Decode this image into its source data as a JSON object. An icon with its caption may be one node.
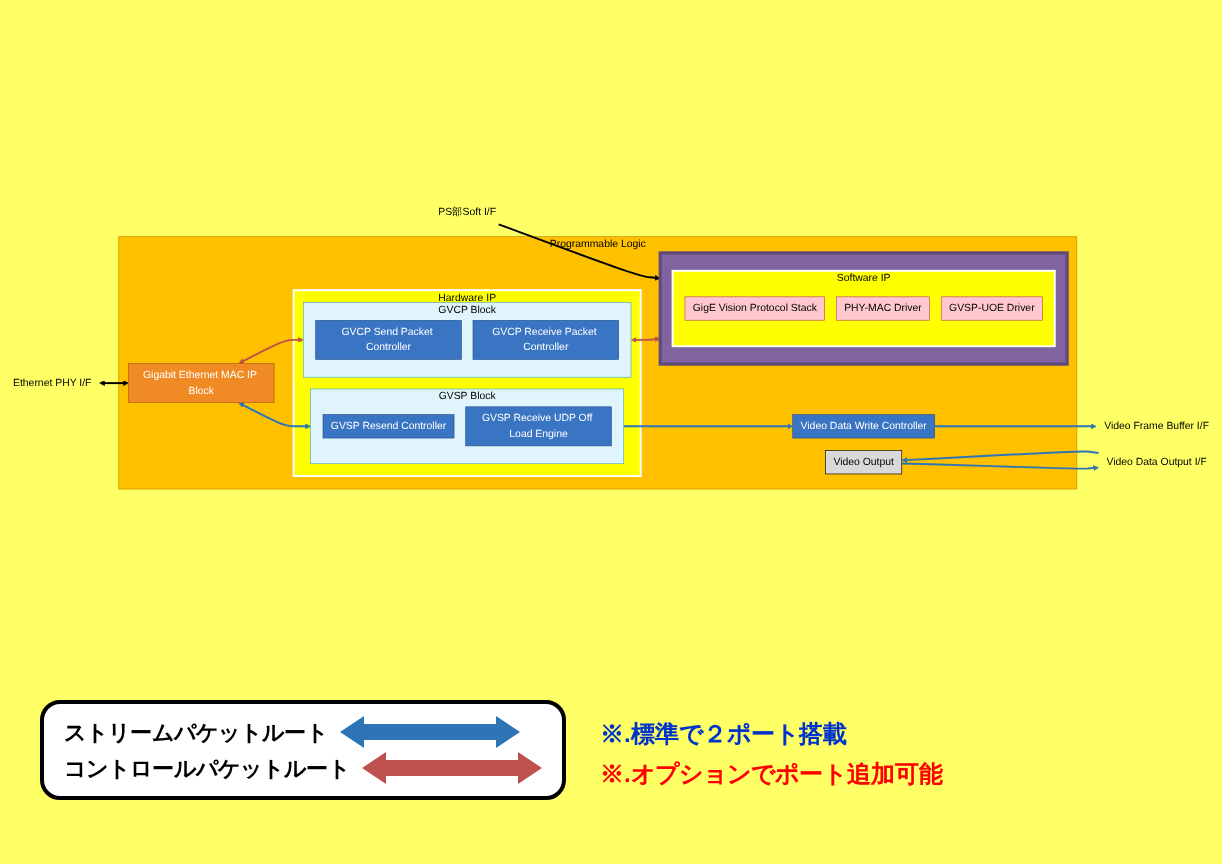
{
  "diagram": {
    "nodes": [
      {
        "text": [
          "Programmable Logic"
        ]
      },
      {
        "text": [
          "Gigabit Ethernet MAC IP Block"
        ],
        "in": 0
      },
      {
        "text": [
          "Hardware IP"
        ],
        "in": 0
      },
      {
        "text": [
          "GVCP Block"
        ],
        "in": 2
      },
      {
        "text": [
          "GVCP Send Packet Controller"
        ],
        "in": 3
      },
      {
        "text": [
          "GVCP Receive Packet Controller"
        ],
        "in": 3
      },
      {
        "text": [
          "GVSP Block"
        ],
        "in": 2
      },
      {
        "text": [
          "GVSP Resend Controller"
        ],
        "in": 6
      },
      {
        "text": [
          "GVSP Receive UDP Off Load Engine"
        ],
        "in": 6
      },
      {
        "text": [],
        "shape": "box",
        "in": 0
      },
      {
        "text": [
          "Software IP"
        ],
        "in": 9
      },
      {
        "text": [
          "GigE Vision Protocol Stack"
        ],
        "in": 10
      },
      {
        "text": [
          "PHY-MAC Driver"
        ],
        "in": 10
      },
      {
        "text": [
          "GVSP-UOE Driver"
        ],
        "in": 10
      },
      {
        "text": [
          "Video Data Write Controller"
        ],
        "in": 0
      },
      {
        "text": [
          "Video Output"
        ],
        "in": 0
      },
      {
        "text": [
          "Ethernet PHY I/F"
        ]
      },
      {
        "text": [
          "PS部Soft I/F"
        ]
      },
      {
        "text": [
          "Video Frame Buffer I/F"
        ]
      },
      {
        "text": [
          "Video Data Output I/F"
        ]
      }
    ],
    "edges": [
      {
        "from": 16,
        "to": 1,
        "arrow": "both",
        "color": "#000000"
      },
      {
        "from": 1,
        "to": 3,
        "arrow": "both",
        "color": "#c0504d"
      },
      {
        "from": 3,
        "to": 9,
        "arrow": "both",
        "color": "#c0504d"
      },
      {
        "from": 1,
        "to": 6,
        "arrow": "both"
      },
      {
        "from": 6,
        "to": 14,
        "arrow": "to"
      },
      {
        "from": 14,
        "to": 18,
        "arrow": "to"
      },
      {
        "from": 17,
        "to": 9,
        "arrow": "to",
        "color": "#000000"
      },
      {
        "from": 19,
        "to": 15,
        "arrow": "to"
      },
      {
        "from": 15,
        "to": 19,
        "arrow": "to"
      }
    ],
    "labels": [
      "※.標準で２ポート搭載",
      "※.オプションでポート追加可能"
    ],
    "legend": [
      {
        "text": "ストリームパケットルート"
      },
      {
        "text": "コントロールパケットルート"
      }
    ]
  }
}
